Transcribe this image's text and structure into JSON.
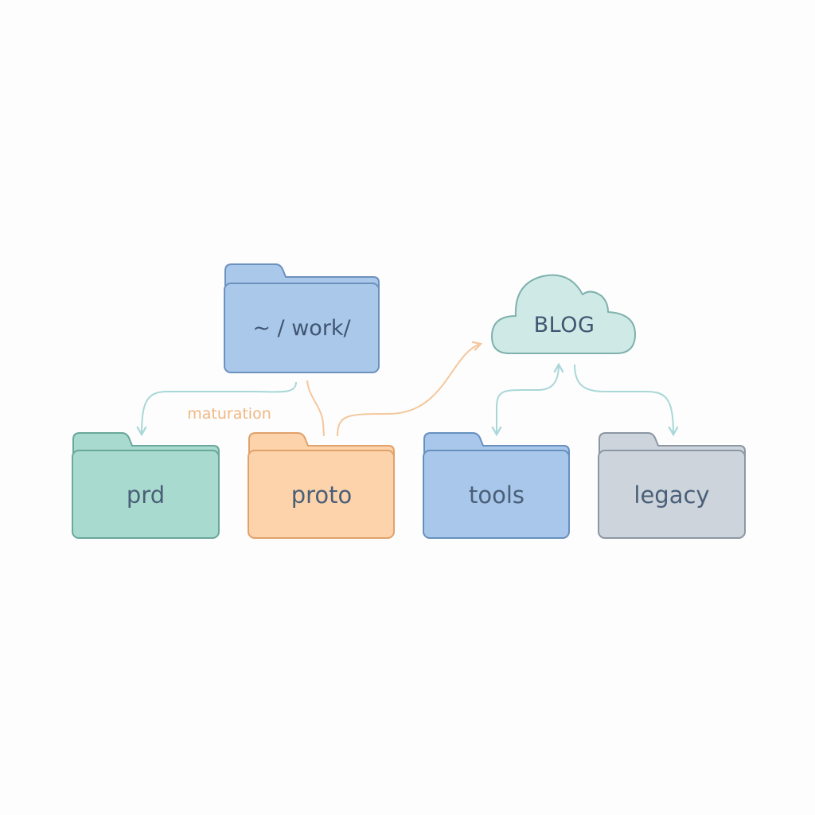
{
  "nodes": {
    "root": {
      "label": "~ / work/",
      "color": "#aac8ea",
      "stroke": "#6d91bd"
    },
    "blog": {
      "label": "BLOG",
      "color": "#cfeae6",
      "stroke": "#7fb1ad"
    },
    "prd": {
      "label": "prd",
      "color": "#a9dacf",
      "stroke": "#6aa79c"
    },
    "proto": {
      "label": "proto",
      "color": "#fcd3aa",
      "stroke": "#e0a16b"
    },
    "tools": {
      "label": "tools",
      "color": "#a9c7ea",
      "stroke": "#6790bf"
    },
    "legacy": {
      "label": "legacy",
      "color": "#cdd4dc",
      "stroke": "#8c97a4"
    }
  },
  "edges": {
    "maturation_label": "maturation",
    "teal_color": "#a9d7d8",
    "orange_color": "#f5c79c"
  }
}
